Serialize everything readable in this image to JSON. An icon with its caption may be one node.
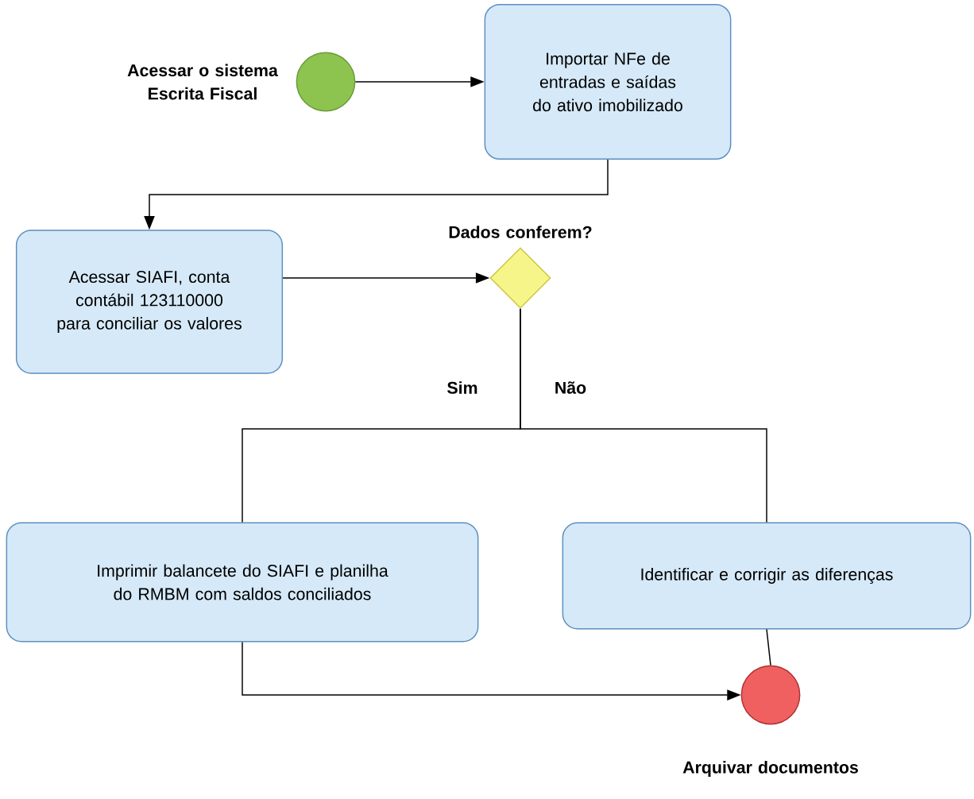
{
  "diagram": {
    "nodes": [
      {
        "text": [],
        "shape": "circle",
        "beside": [
          "Acessar o sistema Escrita Fiscal"
        ]
      },
      {
        "text": [
          "Importar NFe de entradas e saídas do ativo imobilizado"
        ]
      },
      {
        "text": [
          "Acessar SIAFI, conta contábil 123110000 para conciliar os valores"
        ]
      },
      {
        "text": [],
        "shape": "diamond",
        "beside": [
          "Dados conferem?"
        ]
      },
      {
        "text": [
          "Imprimir balancete do SIAFI e planilha do RMBM com saldos conciliados"
        ]
      },
      {
        "text": [
          "Identificar e corrigir as diferenças"
        ]
      },
      {
        "text": [],
        "shape": "circle",
        "beside": [
          "Arquivar documentos"
        ]
      }
    ],
    "edges": [
      {
        "from": 0,
        "to": 1,
        "arrow": "to"
      },
      {
        "from": 1,
        "to": 2,
        "arrow": "to"
      },
      {
        "from": 2,
        "to": 3,
        "arrow": "to"
      },
      {
        "from": 3,
        "to": 4,
        "arrow": "none",
        "label": "Sim"
      },
      {
        "from": 3,
        "to": 5,
        "arrow": "none",
        "label": "Não"
      },
      {
        "from": 4,
        "to": 6,
        "arrow": "to"
      },
      {
        "from": 5,
        "to": 6,
        "arrow": "none"
      }
    ]
  }
}
